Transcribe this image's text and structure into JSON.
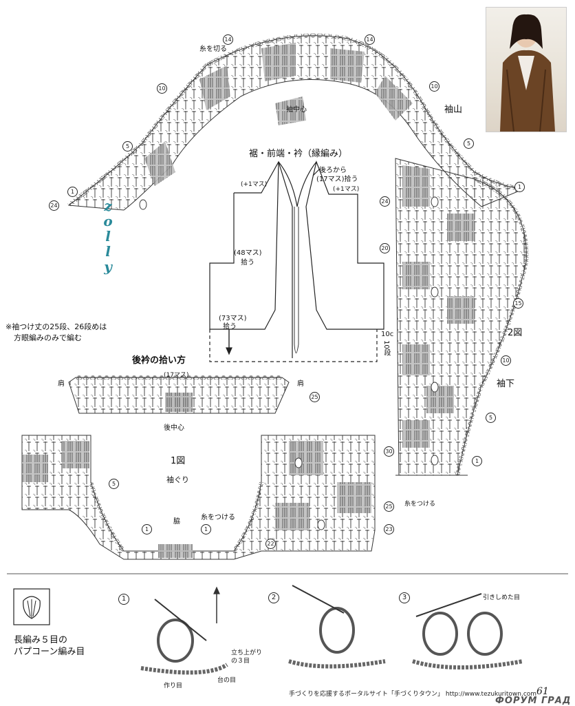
{
  "top_labels": {
    "itokiru_top": "糸を切る",
    "sodechushin": "袖中心",
    "sodeyama": "袖山",
    "zu2": "2図",
    "sodeshita": "袖下",
    "itotsukeru_right": "糸をつける"
  },
  "body_diagram": {
    "title": "裾・前端・衿（縁編み）",
    "ushiro_from": "後ろから",
    "ushiro_count": "(17マス)拾う",
    "plus1_left": "(+1マス)",
    "plus1_right": "(+1マス)",
    "m48": "(48マス)",
    "hirou1": "拾う",
    "m73": "(73マス)",
    "hirou2": "拾う",
    "m10c": "10c",
    "m10dan": "10段"
  },
  "note": {
    "line1": "※袖つけ丈の25段、26段めは",
    "line2": "方眼編みのみで編む"
  },
  "back_collar": {
    "title": "後衿の拾い方",
    "m17": "(17マス)",
    "kata_left": "肩",
    "kata_right": "肩",
    "ushiro_chushin": "後中心"
  },
  "fig1": {
    "title": "1図",
    "subtitle": "袖ぐり",
    "waki": "脇",
    "itotsukeru": "糸をつける"
  },
  "row_numbers": {
    "n14a": "14",
    "n14b": "14",
    "n10a": "10",
    "n10b": "10",
    "n5a": "5",
    "n5b": "5",
    "n1a": "1",
    "n1b": "1",
    "n24a": "24",
    "n24b": "24",
    "n20": "20",
    "n15": "15",
    "n10c": "10",
    "n5c": "5",
    "n1c": "1",
    "n25a": "25",
    "n30": "30",
    "n25b": "25",
    "n23": "23",
    "n22": "22",
    "n5d": "5",
    "n1d": "1",
    "n1e": "1"
  },
  "legend": {
    "line1": "長編み５目の",
    "line2": "パプコーン編み目"
  },
  "steps": {
    "s1": "1",
    "s2": "2",
    "s3": "3",
    "tachiagari1": "立ち上がり",
    "tachiagari2": "の３目",
    "tsukurime": "作り目",
    "dainome": "台の目",
    "hikishime": "引きしめた目"
  },
  "footer": {
    "text": "手づくりを応援するポータルサイト「手づくりタウン」 http://www.tezukuritown.com",
    "page": "61",
    "brand": "ФОРУМ ГРАД"
  },
  "watermark": {
    "signature": "zolly"
  }
}
